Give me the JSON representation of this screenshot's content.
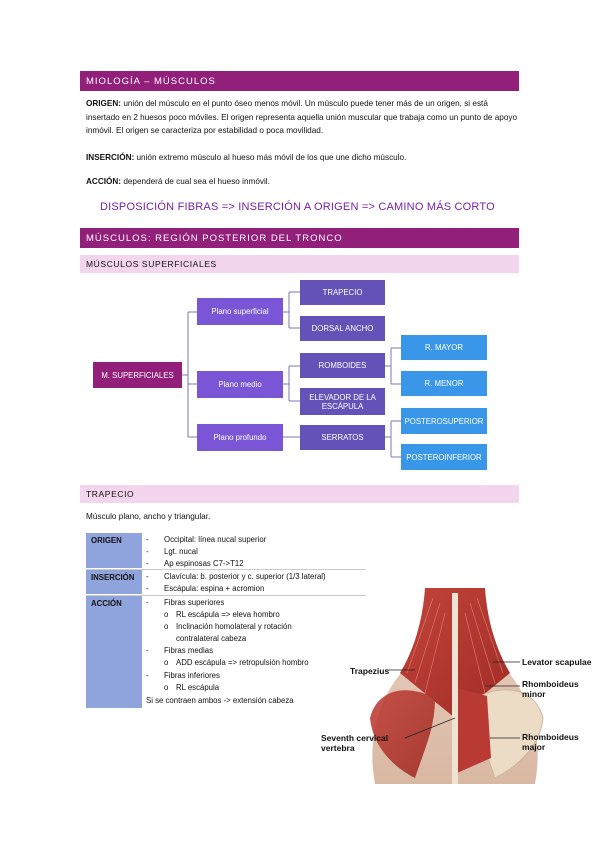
{
  "header1": "MIOLOGÍA – MÚSCULOS",
  "origen_label": "ORIGEN:",
  "origen_text": "unión del músculo en el punto óseo menos móvil. Un músculo puede tener más de un origen, si está insertado en 2 huesos poco móviles. El origen representa aquella unión muscular que trabaja como un punto de apoyo inmóvil. El origen se caracteriza por estabilidad o poca movilidad.",
  "insercion_label": "INSERCIÓN:",
  "insercion_text": "unión extremo músculo al hueso más móvil de los que une dicho músculo.",
  "accion_label": "ACCIÓN:",
  "accion_text": "dependerá de cual sea el hueso inmóvil.",
  "slogan": "DISPOSICIÓN FIBRAS => INSERCIÓN A ORIGEN => CAMINO MÁS CORTO",
  "header2": "MÚSCULOS: REGIÓN POSTERIOR DEL TRONCO",
  "sub1": "MÚSCULOS SUPERFICIALES",
  "tree": {
    "root": "M. SUPERFICIALES",
    "plano_sup": "Plano superficial",
    "plano_medio": "Plano medio",
    "plano_prof": "Plano profundo",
    "trapecio": "TRAPECIO",
    "dorsal": "DORSAL ANCHO",
    "romboides": "ROMBOIDES",
    "elevador": "ELEVADOR DE LA ESCÁPULA",
    "serratos": "SERRATOS",
    "r_mayor": "R. MAYOR",
    "r_menor": "R. MENOR",
    "post_sup": "POSTEROSUPERIOR",
    "post_inf": "POSTEROINFERIOR"
  },
  "sub2": "TRAPECIO",
  "trap_desc": "Músculo plano, ancho y triangular.",
  "table": {
    "origen": "ORIGEN",
    "insercion": "INSERCIÓN",
    "accion": "ACCIÓN",
    "o1": "Occipital: línea nucal superior",
    "o2": "Lgt. nucal",
    "o3": "Ap espinosas C7->T12",
    "i1": "Clavícula: b. posterior y c. superior (1/3 lateral)",
    "i2": "Escápula: espina + acromion",
    "a1": "Fibras superiores",
    "a1a": "RL escápula => eleva hombro",
    "a1b": "Inclinación homolateral y rotación",
    "a1b2": "contralateral cabeza",
    "a2": "Fibras medias",
    "a2a": "ADD escápula => retropulsión hombro",
    "a3": "Fibras inferiores",
    "a3a": "RL escápula",
    "a4": "Si se contraen ambos -> extensión cabeza"
  },
  "figure": {
    "trapezius": "Trapezius",
    "levator": "Levator scapulae",
    "rh_minor_1": "Rhomboideus",
    "rh_minor_2": "minor",
    "seventh_1": "Seventh cervical",
    "seventh_2": "vertebra",
    "rh_major_1": "Rhomboideus",
    "rh_major_2": "major"
  },
  "dash": "-",
  "bullet": "o"
}
